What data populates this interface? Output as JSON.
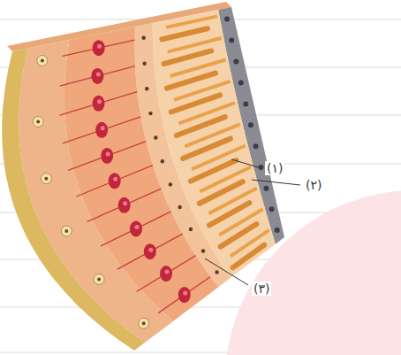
{
  "diagram": {
    "labels": [
      "(۱)",
      "(۲)",
      "(۳)"
    ]
  }
}
